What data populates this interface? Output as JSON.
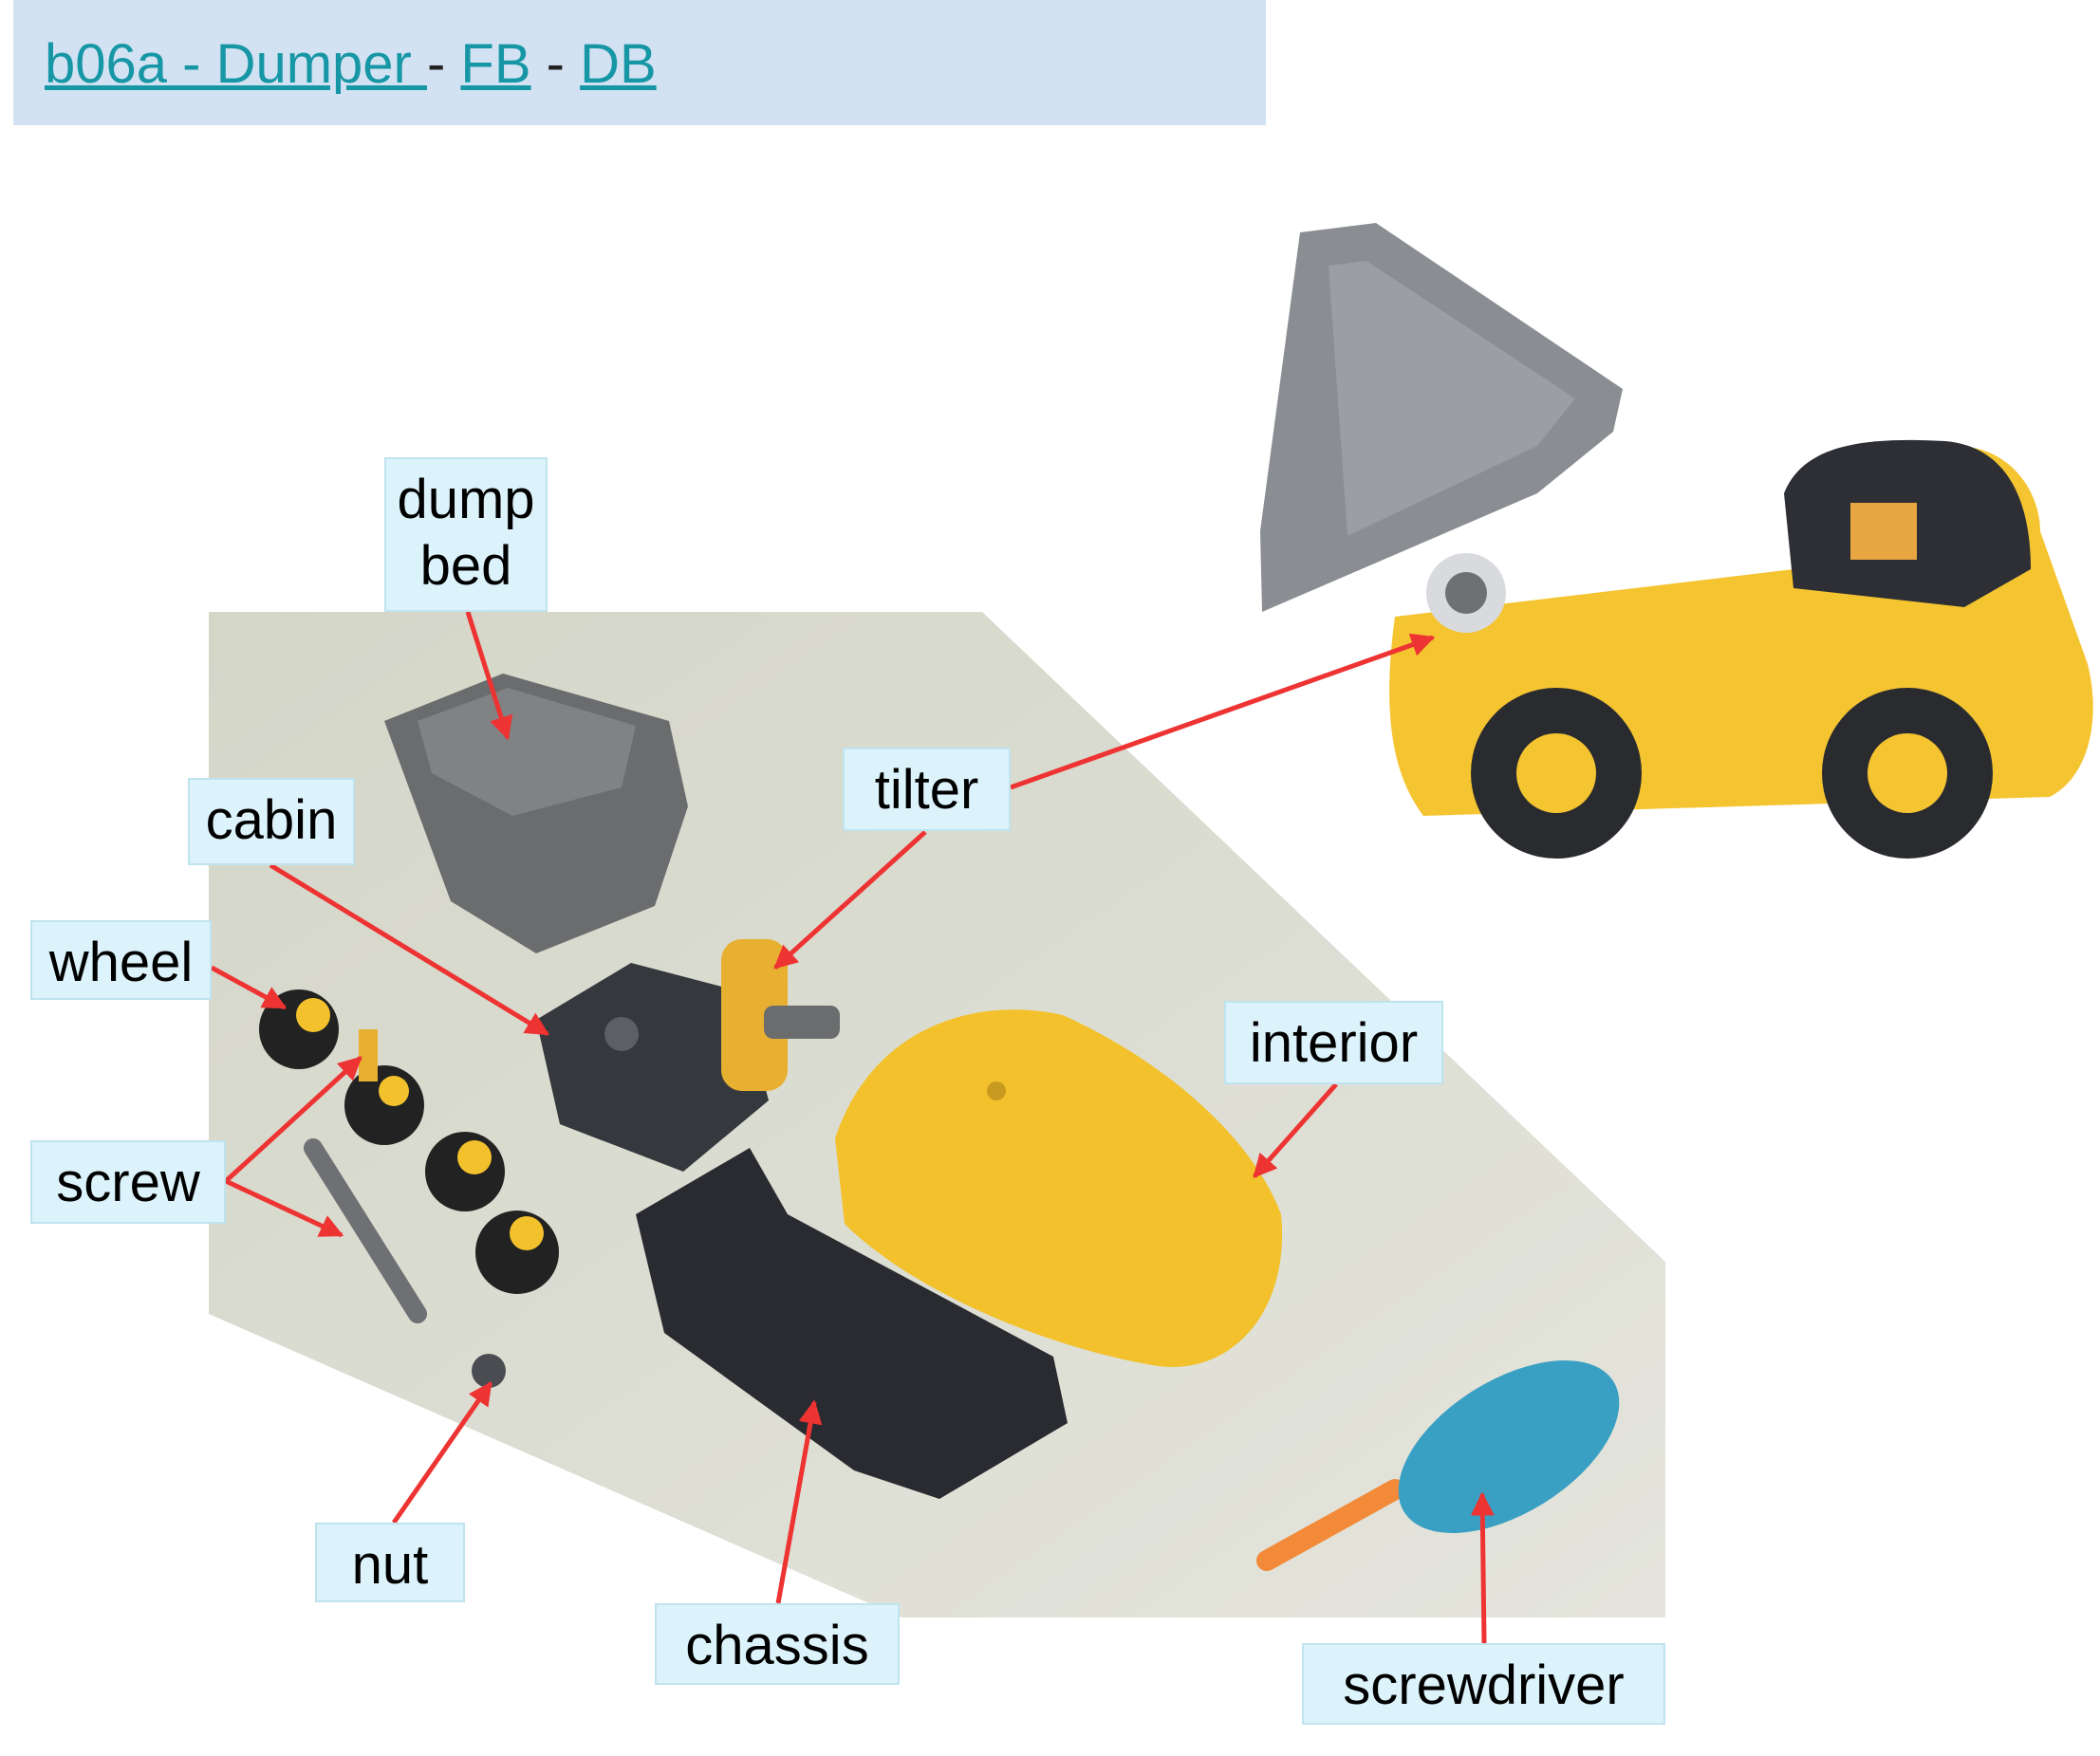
{
  "header": {
    "title_link": "b06a - Dumper ",
    "sep1": " - ",
    "fb_link": "FB",
    "sep2": " - ",
    "db_link": "DB"
  },
  "labels": {
    "dump_bed": "dump bed",
    "cabin": "cabin",
    "wheel": "wheel",
    "screw": "screw",
    "tilter": "tilter",
    "interior": "interior",
    "nut": "nut",
    "chassis": "chassis",
    "screwdriver": "screwdriver"
  },
  "colors": {
    "arrow": "#ee3333",
    "label_bg": "#ddf3fb",
    "header_bg": "#d2e2f2",
    "link": "#1797a6"
  }
}
